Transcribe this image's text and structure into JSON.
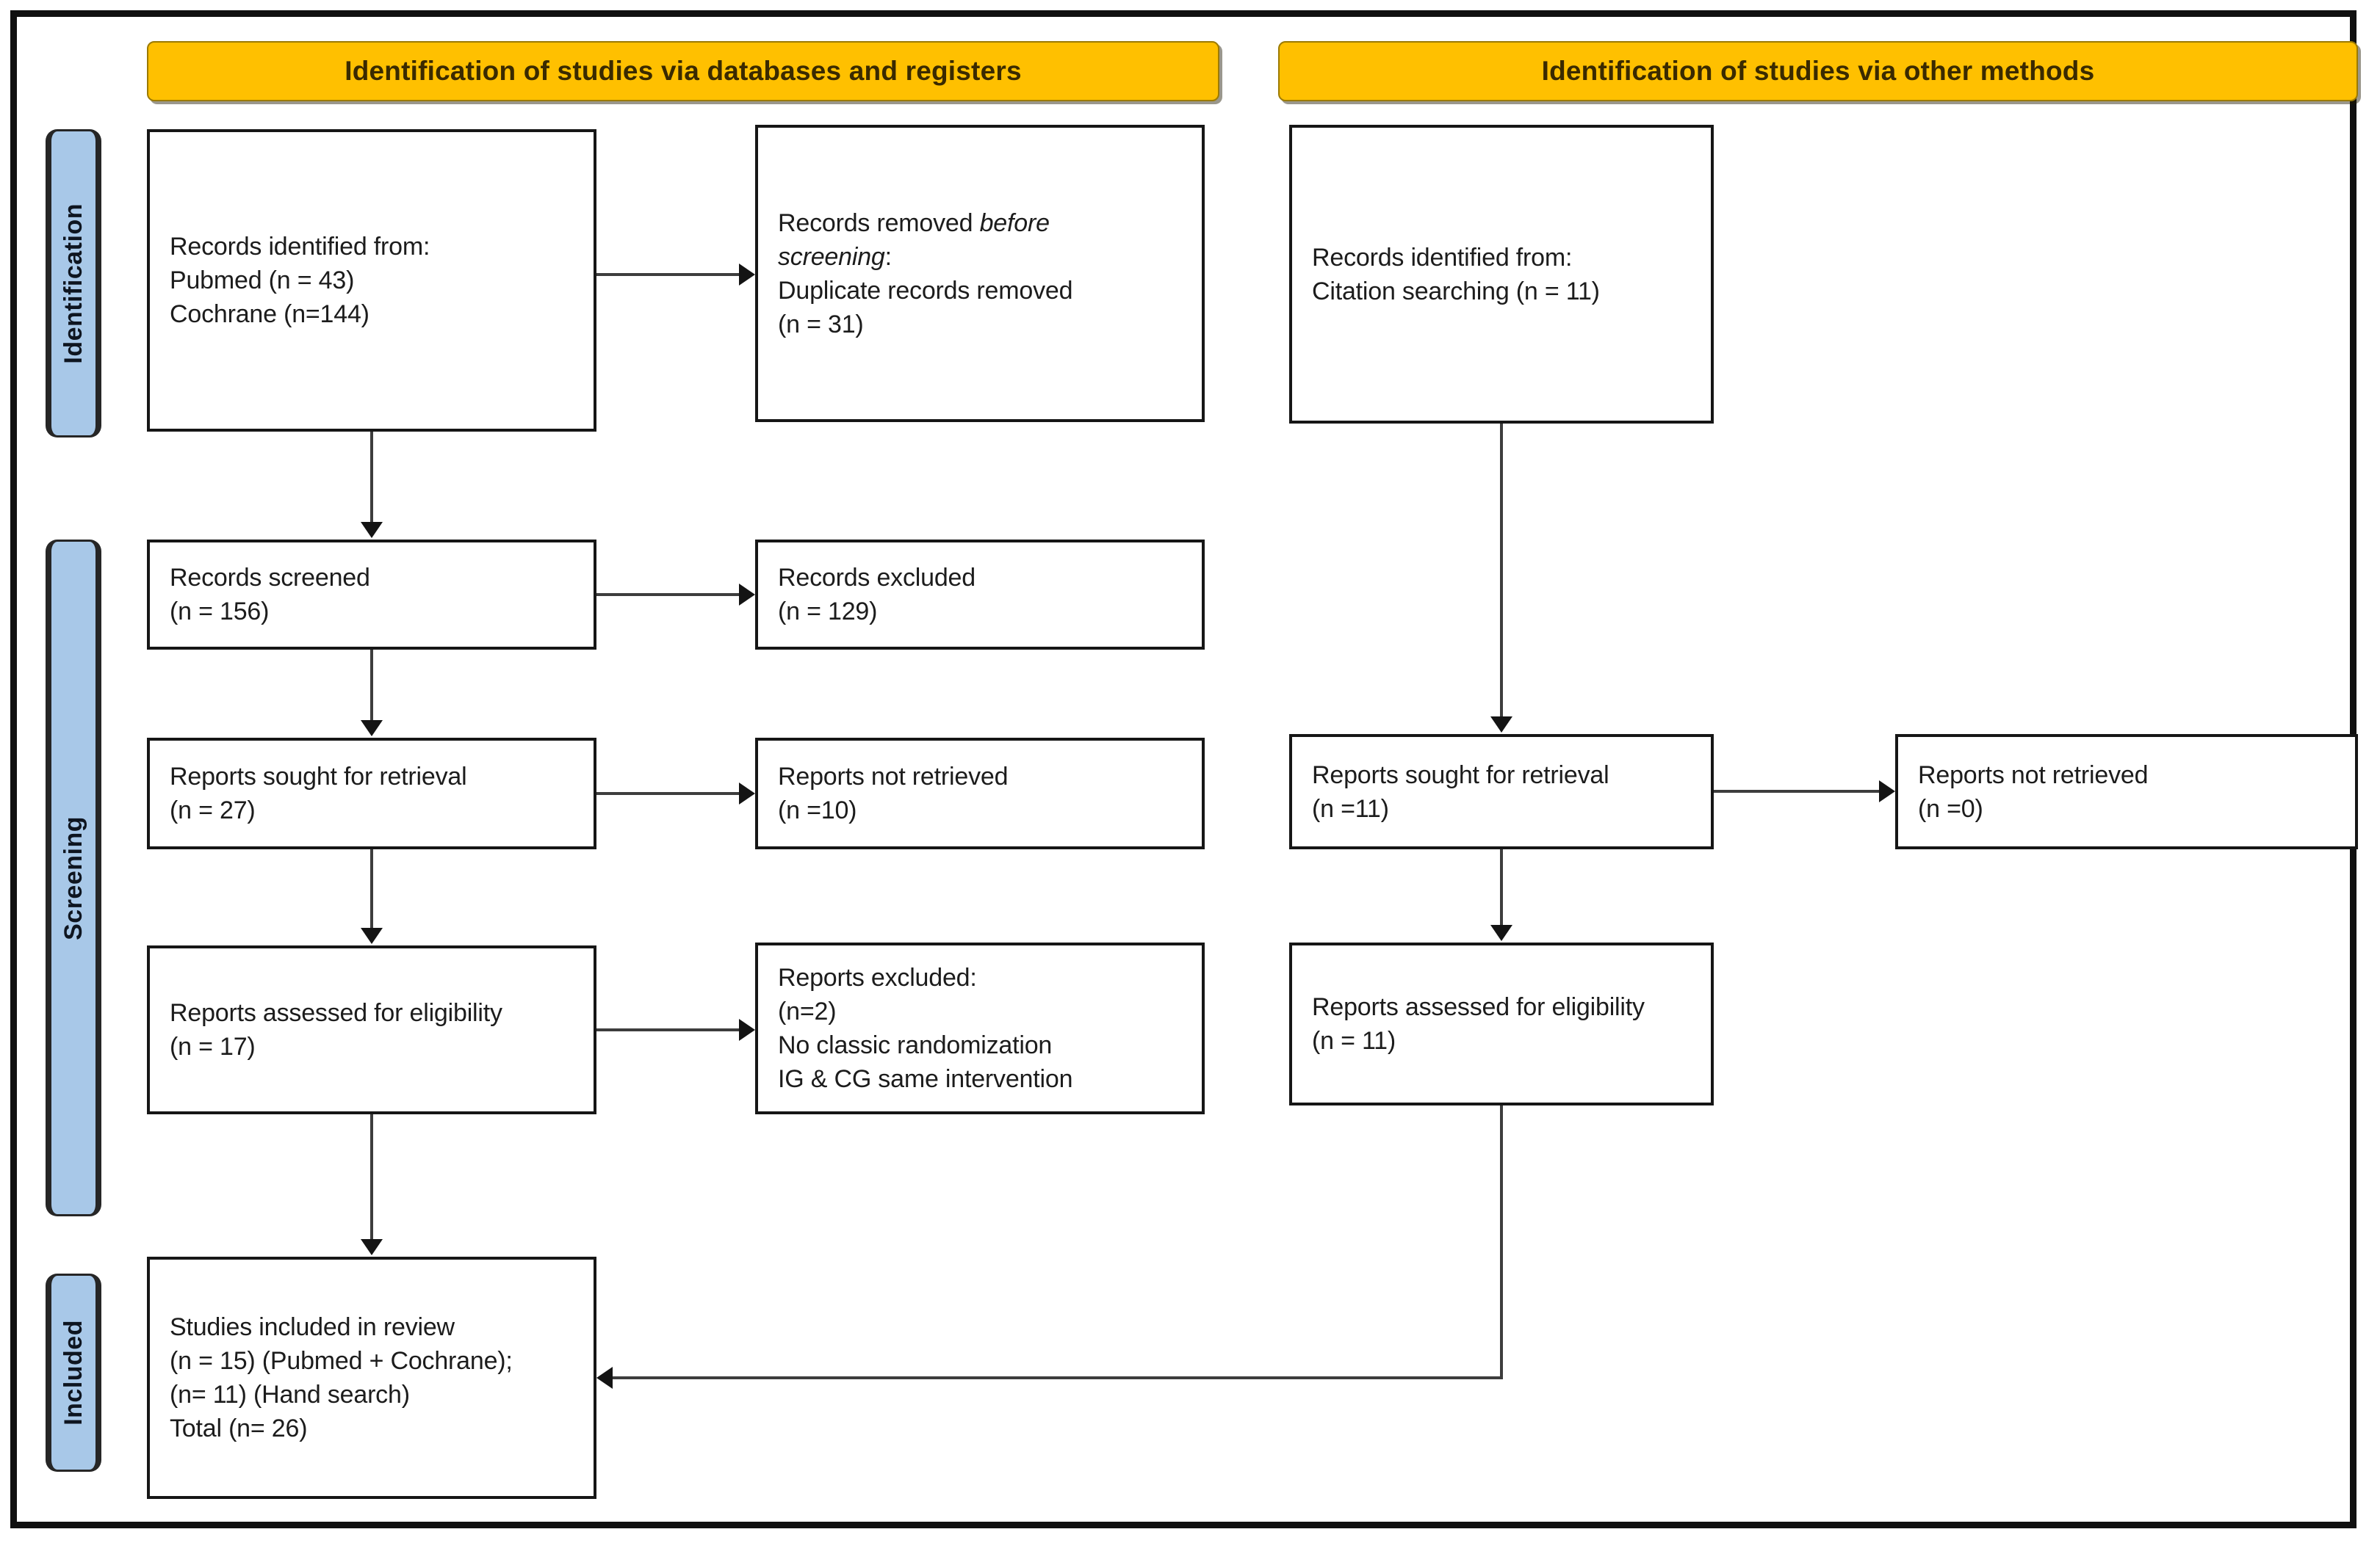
{
  "headers": [
    {
      "id": "databases",
      "label": "Identification of studies via databases and registers"
    },
    {
      "id": "other",
      "label": "Identification of studies via other methods"
    }
  ],
  "sidebar": [
    {
      "id": "identification",
      "label": "Identification"
    },
    {
      "id": "screening",
      "label": "Screening"
    },
    {
      "id": "included",
      "label": "Included"
    }
  ],
  "colors": {
    "header_bg": "#FFC000",
    "sidebar_bg": "#A8C8E8",
    "box_border": "#161616",
    "arrow": "#3d3d3d"
  },
  "boxes": {
    "records-identified-db": {
      "lines": [
        [
          {
            "t": "Records identified from:"
          }
        ],
        [
          {
            "t": "Pubmed (n = 43)"
          }
        ],
        [
          {
            "t": "Cochrane (n=144)"
          }
        ]
      ]
    },
    "records-removed": {
      "lines": [
        [
          {
            "t": "Records removed "
          },
          {
            "t": "before",
            "i": true
          }
        ],
        [
          {
            "t": "screening",
            "i": true
          },
          {
            "t": ":"
          }
        ],
        [
          {
            "t": "Duplicate records removed"
          }
        ],
        [
          {
            "t": "(n = 31)"
          }
        ]
      ]
    },
    "records-identified-other": {
      "lines": [
        [
          {
            "t": "Records identified from:"
          }
        ],
        [
          {
            "t": "Citation searching (n = 11)"
          }
        ]
      ]
    },
    "records-screened": {
      "lines": [
        [
          {
            "t": "Records screened"
          }
        ],
        [
          {
            "t": "(n = 156)"
          }
        ]
      ]
    },
    "records-excluded": {
      "lines": [
        [
          {
            "t": "Records excluded"
          }
        ],
        [
          {
            "t": "(n = 129)"
          }
        ]
      ]
    },
    "reports-sought-db": {
      "lines": [
        [
          {
            "t": "Reports sought for retrieval"
          }
        ],
        [
          {
            "t": "(n = 27)"
          }
        ]
      ]
    },
    "reports-not-retrieved-db": {
      "lines": [
        [
          {
            "t": "Reports not retrieved"
          }
        ],
        [
          {
            "t": "(n =10)"
          }
        ]
      ]
    },
    "reports-sought-other": {
      "lines": [
        [
          {
            "t": "Reports sought for retrieval"
          }
        ],
        [
          {
            "t": "(n =11)"
          }
        ]
      ]
    },
    "reports-not-retrieved-other": {
      "lines": [
        [
          {
            "t": "Reports not retrieved"
          }
        ],
        [
          {
            "t": "(n =0)"
          }
        ]
      ]
    },
    "reports-assessed-db": {
      "lines": [
        [
          {
            "t": "Reports assessed for eligibility"
          }
        ],
        [
          {
            "t": "(n = 17)"
          }
        ]
      ]
    },
    "reports-excluded": {
      "lines": [
        [
          {
            "t": "Reports excluded:"
          }
        ],
        [
          {
            "t": "(n=2)"
          }
        ],
        [
          {
            "t": "No classic randomization"
          }
        ],
        [
          {
            "t": "IG & CG same intervention"
          }
        ]
      ]
    },
    "reports-assessed-other": {
      "lines": [
        [
          {
            "t": "Reports assessed for eligibility"
          }
        ],
        [
          {
            "t": "(n = 11)"
          }
        ]
      ]
    },
    "studies-included": {
      "lines": [
        [
          {
            "t": "Studies included in review"
          }
        ],
        [
          {
            "t": "(n = 15) (Pubmed + Cochrane);"
          }
        ],
        [
          {
            "t": "(n= 11) (Hand search)"
          }
        ],
        [
          {
            "t": "Total (n= 26)"
          }
        ]
      ]
    }
  }
}
